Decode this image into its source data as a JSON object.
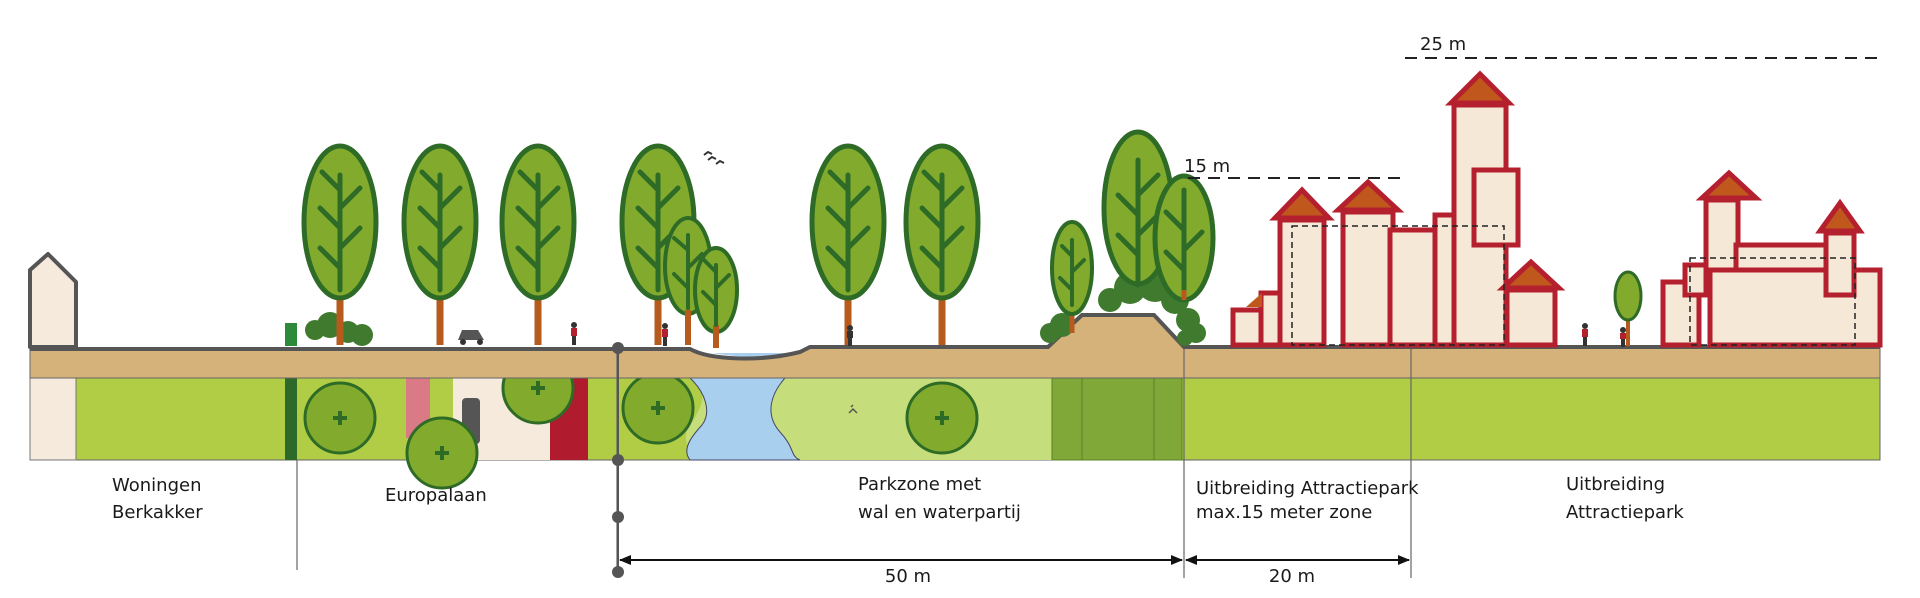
{
  "colors": {
    "ground_band": "#d4b27a",
    "ground_line": "#555555",
    "planting": "#b1cc45",
    "planting_dark": "#7fa838",
    "tree_fill": "#82ab2e",
    "tree_stroke": "#2e6b26",
    "trunk": "#b65a1e",
    "shrub": "#3f7a2f",
    "building_fill": "#f6e8d6",
    "building_stroke": "#b5202e",
    "roof": "#c0581e",
    "water": "#a9cfee",
    "house_fill": "#f5eadc",
    "house_stroke": "#555555"
  },
  "icons": {
    "tree": "tree-icon",
    "shrub": "shrub-icon",
    "building": "building-icon",
    "house": "house-icon",
    "person": "person-icon",
    "car": "car-icon",
    "bird": "bird-icon",
    "dimension_arrow": "dimension-arrow-icon"
  },
  "heights": {
    "high": "25 m",
    "mid": "15 m"
  },
  "zones": {
    "woningen": {
      "line1": "Woningen",
      "line2": "Berkakker"
    },
    "europalaan": {
      "line1": "Europalaan"
    },
    "parkzone": {
      "line1": "Parkzone met",
      "line2": "wal en waterpartij"
    },
    "uitbreiding_15": {
      "line1": "Uitbreiding Attractiepark",
      "line2": "max.15 meter zone"
    },
    "uitbreiding": {
      "line1": "Uitbreiding",
      "line2": "Attractiepark"
    }
  },
  "dimensions": {
    "park_width": "50 m",
    "zone_width": "20 m"
  }
}
